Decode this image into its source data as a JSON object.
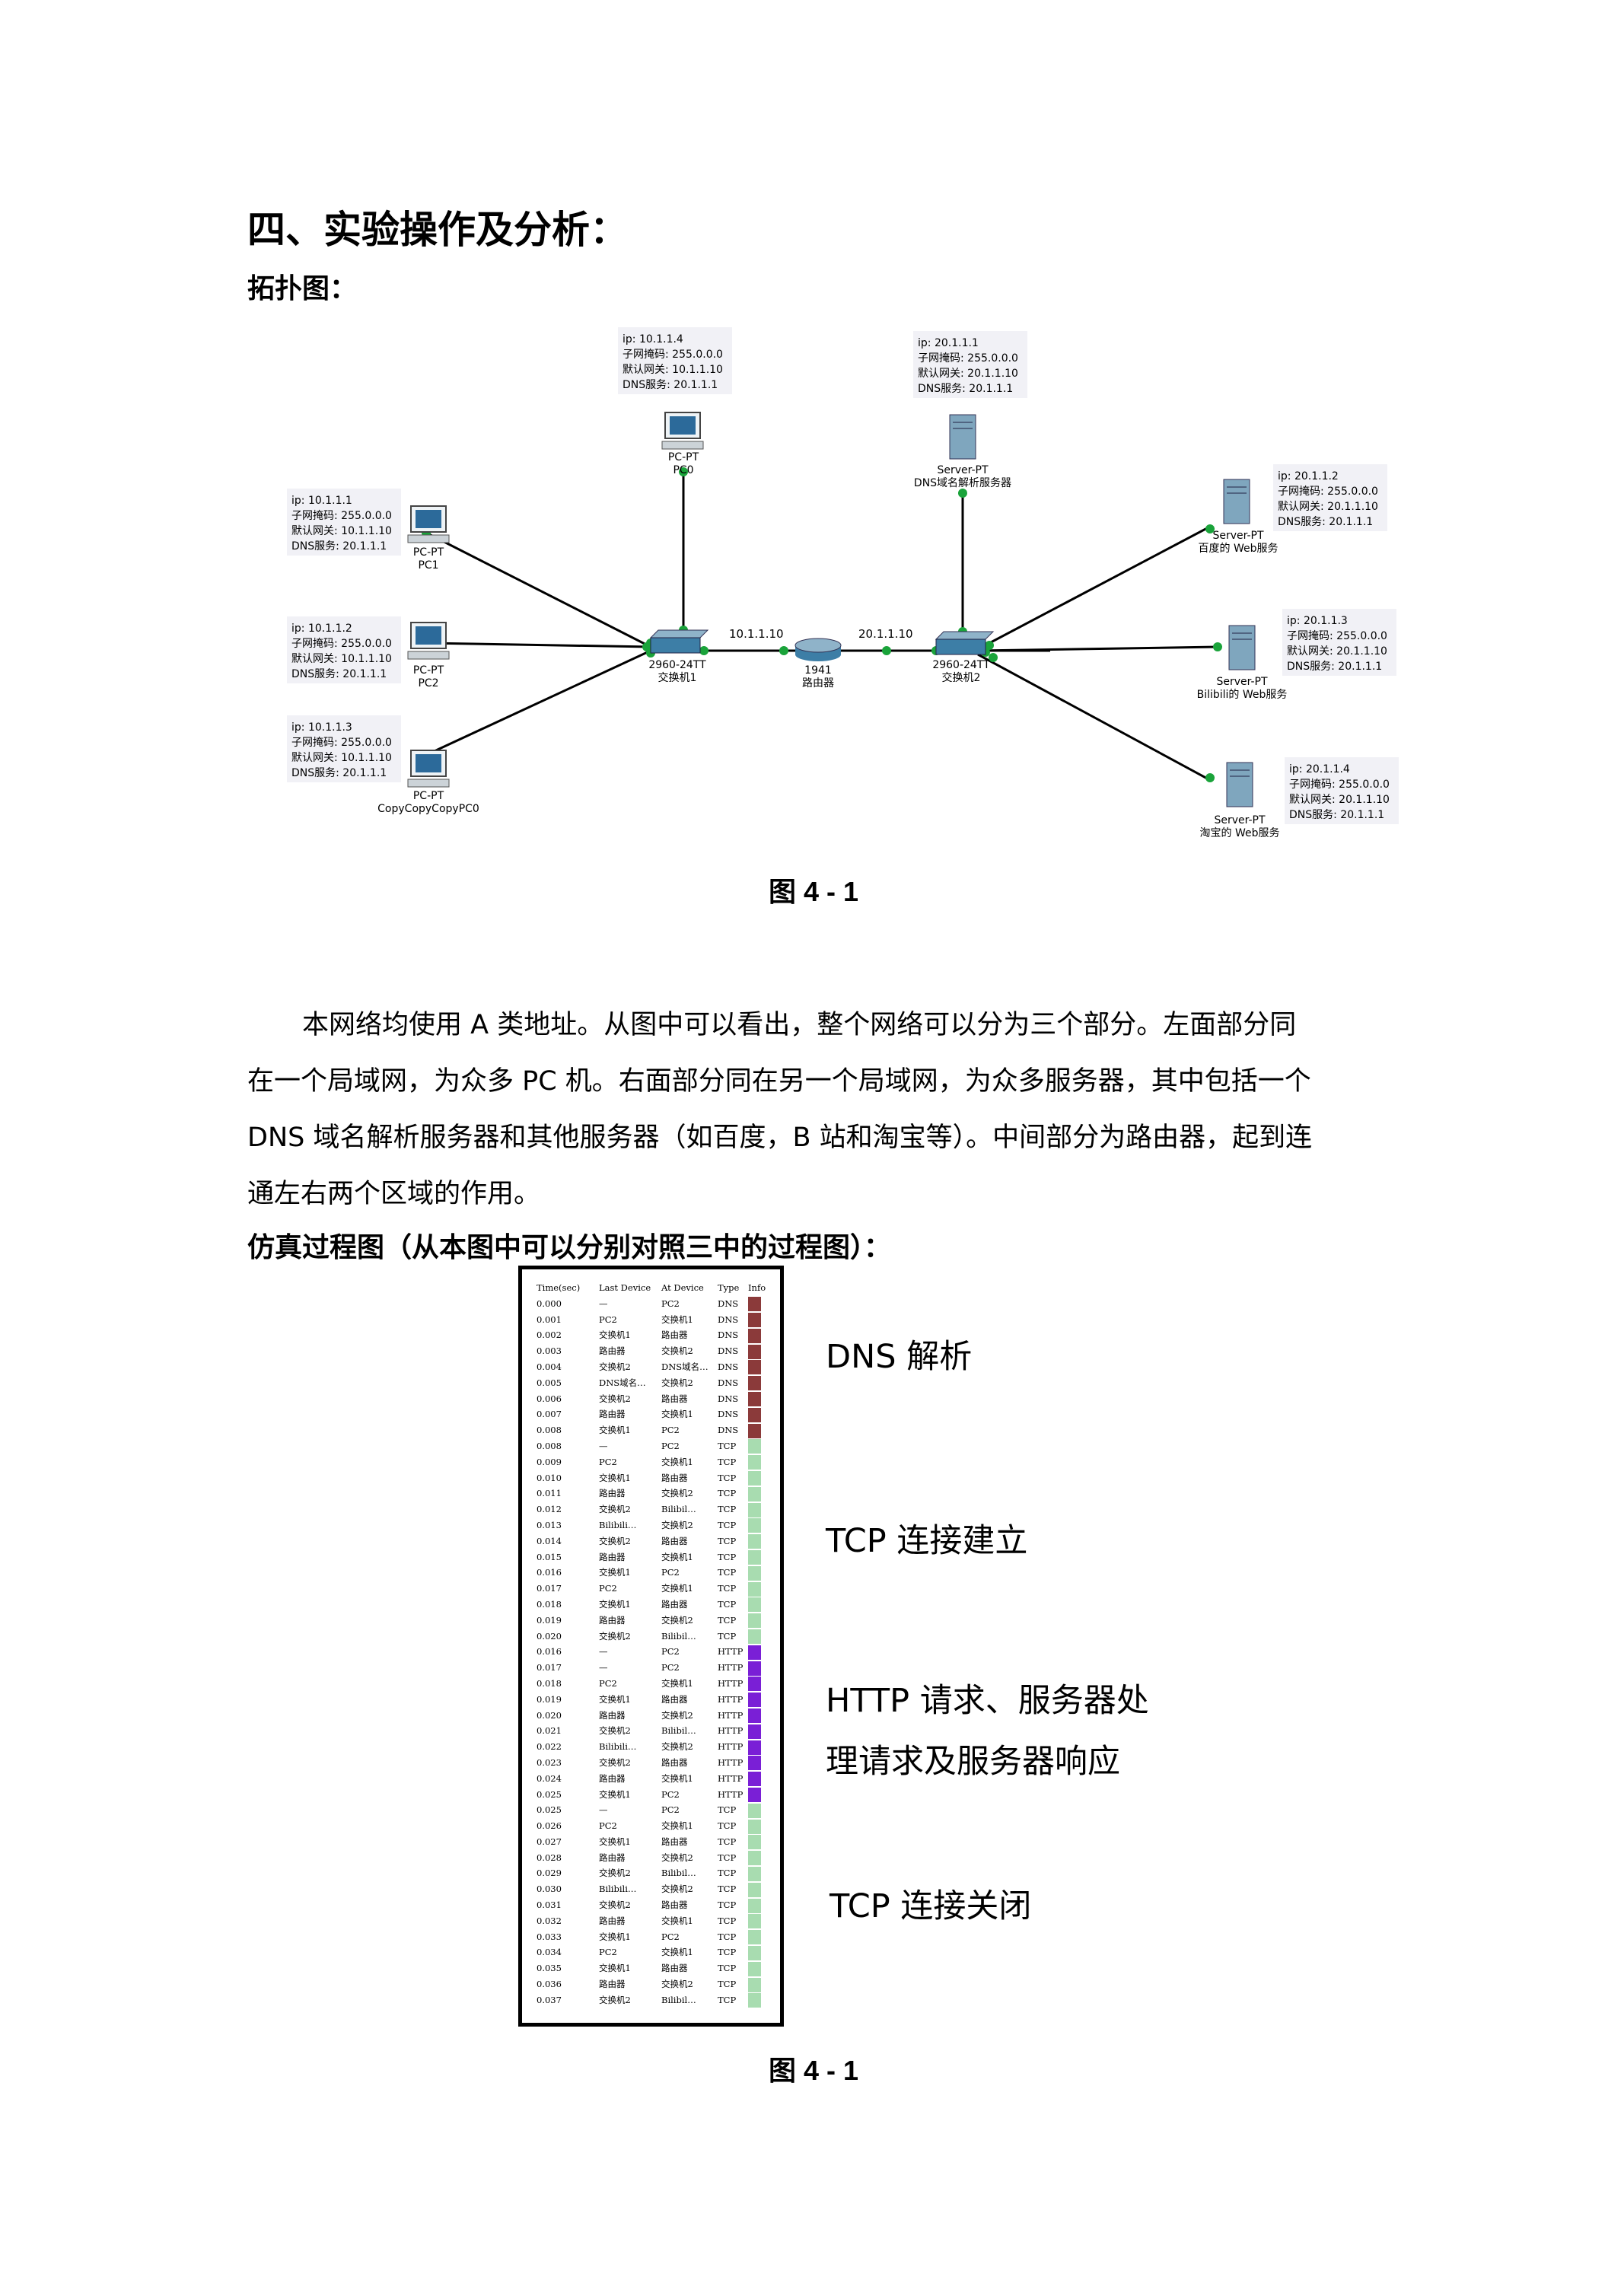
{
  "heading": "四、实验操作及分析：",
  "topology_label": "拓扑图：",
  "figure1_caption": "图 4 - 1",
  "topology": {
    "pc0": {
      "info": [
        "ip: 10.1.1.4",
        "子网掩码: 255.0.0.0",
        "默认网关: 10.1.1.10",
        "DNS服务: 20.1.1.1"
      ],
      "model": "PC-PT",
      "name": "PC0"
    },
    "pc1": {
      "info": [
        "ip: 10.1.1.1",
        "子网掩码: 255.0.0.0",
        "默认网关: 10.1.1.10",
        "DNS服务: 20.1.1.1"
      ],
      "model": "PC-PT",
      "name": "PC1"
    },
    "pc2": {
      "info": [
        "ip: 10.1.1.2",
        "子网掩码: 255.0.0.0",
        "默认网关: 10.1.1.10",
        "DNS服务: 20.1.1.1"
      ],
      "model": "PC-PT",
      "name": "PC2"
    },
    "pc3": {
      "info": [
        "ip: 10.1.1.3",
        "子网掩码: 255.0.0.0",
        "默认网关: 10.1.1.10",
        "DNS服务: 20.1.1.1"
      ],
      "model": "PC-PT",
      "name": "CopyCopyCopyPC0"
    },
    "dns": {
      "info": [
        "ip: 20.1.1.1",
        "子网掩码: 255.0.0.0",
        "默认网关: 20.1.1.10",
        "DNS服务: 20.1.1.1"
      ],
      "model": "Server-PT",
      "name": "DNS域名解析服务器"
    },
    "baidu": {
      "info": [
        "ip: 20.1.1.2",
        "子网掩码: 255.0.0.0",
        "默认网关: 20.1.1.10",
        "DNS服务: 20.1.1.1"
      ],
      "model": "Server-PT",
      "name": "百度的 Web服务"
    },
    "bili": {
      "info": [
        "ip: 20.1.1.3",
        "子网掩码: 255.0.0.0",
        "默认网关: 20.1.1.10",
        "DNS服务: 20.1.1.1"
      ],
      "model": "Server-PT",
      "name": "Bilibili的 Web服务"
    },
    "taobao": {
      "info": [
        "ip: 20.1.1.4",
        "子网掩码: 255.0.0.0",
        "默认网关: 20.1.1.10",
        "DNS服务: 20.1.1.1"
      ],
      "model": "Server-PT",
      "name": "淘宝的 Web服务"
    },
    "switch1": {
      "model": "2960-24TT",
      "name": "交换机1"
    },
    "switch2": {
      "model": "2960-24TT",
      "name": "交换机2"
    },
    "router": {
      "model": "1941",
      "name": "路由器"
    },
    "left_link_ip": "10.1.1.10",
    "right_link_ip": "20.1.1.10"
  },
  "paragraph": [
    "本网络均使用 A 类地址。从图中可以看出，整个网络可以分为三个部分。左面部分同",
    "在一个局域网，为众多 PC 机。右面部分同在另一个局域网，为众多服务器，其中包括一个",
    "DNS 域名解析服务器和其他服务器（如百度，B 站和淘宝等）。中间部分为路由器，起到连",
    "通左右两个区域的作用。"
  ],
  "simulation_label": "仿真过程图（从本图中可以分别对照三中的过程图）：",
  "simulation": {
    "headers": [
      "Time(sec)",
      "Last Device",
      "At Device",
      "Type",
      "Info"
    ],
    "colors": {
      "DNS": "#8b3a3a",
      "TCP": "#a8dcb0",
      "HTTP": "#7a1fd6"
    },
    "rows": [
      [
        "0.000",
        "—",
        "PC2",
        "DNS"
      ],
      [
        "0.001",
        "PC2",
        "交换机1",
        "DNS"
      ],
      [
        "0.002",
        "交换机1",
        "路由器",
        "DNS"
      ],
      [
        "0.003",
        "路由器",
        "交换机2",
        "DNS"
      ],
      [
        "0.004",
        "交换机2",
        "DNS域名…",
        "DNS"
      ],
      [
        "0.005",
        "DNS域名…",
        "交换机2",
        "DNS"
      ],
      [
        "0.006",
        "交换机2",
        "路由器",
        "DNS"
      ],
      [
        "0.007",
        "路由器",
        "交换机1",
        "DNS"
      ],
      [
        "0.008",
        "交换机1",
        "PC2",
        "DNS"
      ],
      [
        "0.008",
        "—",
        "PC2",
        "TCP"
      ],
      [
        "0.009",
        "PC2",
        "交换机1",
        "TCP"
      ],
      [
        "0.010",
        "交换机1",
        "路由器",
        "TCP"
      ],
      [
        "0.011",
        "路由器",
        "交换机2",
        "TCP"
      ],
      [
        "0.012",
        "交换机2",
        "Bilibil…",
        "TCP"
      ],
      [
        "0.013",
        "Bilibili…",
        "交换机2",
        "TCP"
      ],
      [
        "0.014",
        "交换机2",
        "路由器",
        "TCP"
      ],
      [
        "0.015",
        "路由器",
        "交换机1",
        "TCP"
      ],
      [
        "0.016",
        "交换机1",
        "PC2",
        "TCP"
      ],
      [
        "0.017",
        "PC2",
        "交换机1",
        "TCP"
      ],
      [
        "0.018",
        "交换机1",
        "路由器",
        "TCP"
      ],
      [
        "0.019",
        "路由器",
        "交换机2",
        "TCP"
      ],
      [
        "0.020",
        "交换机2",
        "Bilibil…",
        "TCP"
      ],
      [
        "0.016",
        "—",
        "PC2",
        "HTTP"
      ],
      [
        "0.017",
        "—",
        "PC2",
        "HTTP"
      ],
      [
        "0.018",
        "PC2",
        "交换机1",
        "HTTP"
      ],
      [
        "0.019",
        "交换机1",
        "路由器",
        "HTTP"
      ],
      [
        "0.020",
        "路由器",
        "交换机2",
        "HTTP"
      ],
      [
        "0.021",
        "交换机2",
        "Bilibil…",
        "HTTP"
      ],
      [
        "0.022",
        "Bilibili…",
        "交换机2",
        "HTTP"
      ],
      [
        "0.023",
        "交换机2",
        "路由器",
        "HTTP"
      ],
      [
        "0.024",
        "路由器",
        "交换机1",
        "HTTP"
      ],
      [
        "0.025",
        "交换机1",
        "PC2",
        "HTTP"
      ],
      [
        "0.025",
        "—",
        "PC2",
        "TCP"
      ],
      [
        "0.026",
        "PC2",
        "交换机1",
        "TCP"
      ],
      [
        "0.027",
        "交换机1",
        "路由器",
        "TCP"
      ],
      [
        "0.028",
        "路由器",
        "交换机2",
        "TCP"
      ],
      [
        "0.029",
        "交换机2",
        "Bilibil…",
        "TCP"
      ],
      [
        "0.030",
        "Bilibili…",
        "交换机2",
        "TCP"
      ],
      [
        "0.031",
        "交换机2",
        "路由器",
        "TCP"
      ],
      [
        "0.032",
        "路由器",
        "交换机1",
        "TCP"
      ],
      [
        "0.033",
        "交换机1",
        "PC2",
        "TCP"
      ],
      [
        "0.034",
        "PC2",
        "交换机1",
        "TCP"
      ],
      [
        "0.035",
        "交换机1",
        "路由器",
        "TCP"
      ],
      [
        "0.036",
        "路由器",
        "交换机2",
        "TCP"
      ],
      [
        "0.037",
        "交换机2",
        "Bilibil…",
        "TCP"
      ]
    ],
    "phases": [
      "DNS 解析",
      "TCP 连接建立",
      "HTTP 请求、服务器处",
      "理请求及服务器响应",
      "TCP 连接关闭"
    ]
  },
  "figure2_caption": "图 4 - 1"
}
